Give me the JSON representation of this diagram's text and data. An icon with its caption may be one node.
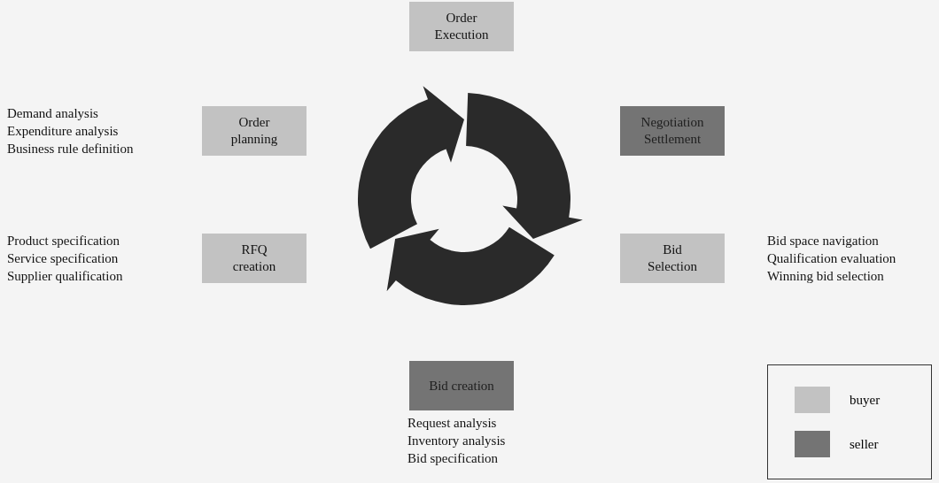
{
  "diagram": {
    "nodes": [
      {
        "text": [
          "Order Execution"
        ]
      },
      {
        "text": [
          "Order planning"
        ],
        "beside": [
          "Demand analysis",
          "Expenditure analysis",
          "Business rule definition"
        ]
      },
      {
        "text": [
          "Negotiation Settlement"
        ]
      },
      {
        "text": [
          "RFQ creation"
        ],
        "beside": [
          "Product specification",
          "Service specification",
          "Supplier qualification"
        ]
      },
      {
        "text": [
          "Bid Selection"
        ],
        "beside": [
          "Bid space navigation",
          "Qualification evaluation",
          "Winning bid selection"
        ]
      },
      {
        "text": [
          "Bid creation"
        ],
        "beside": [
          "Request analysis",
          "Inventory analysis",
          "Bid specification"
        ]
      }
    ],
    "legend": [
      {
        "text": "buyer",
        "color": "#c2c2c2"
      },
      {
        "text": "seller",
        "color": "#747474"
      }
    ]
  }
}
